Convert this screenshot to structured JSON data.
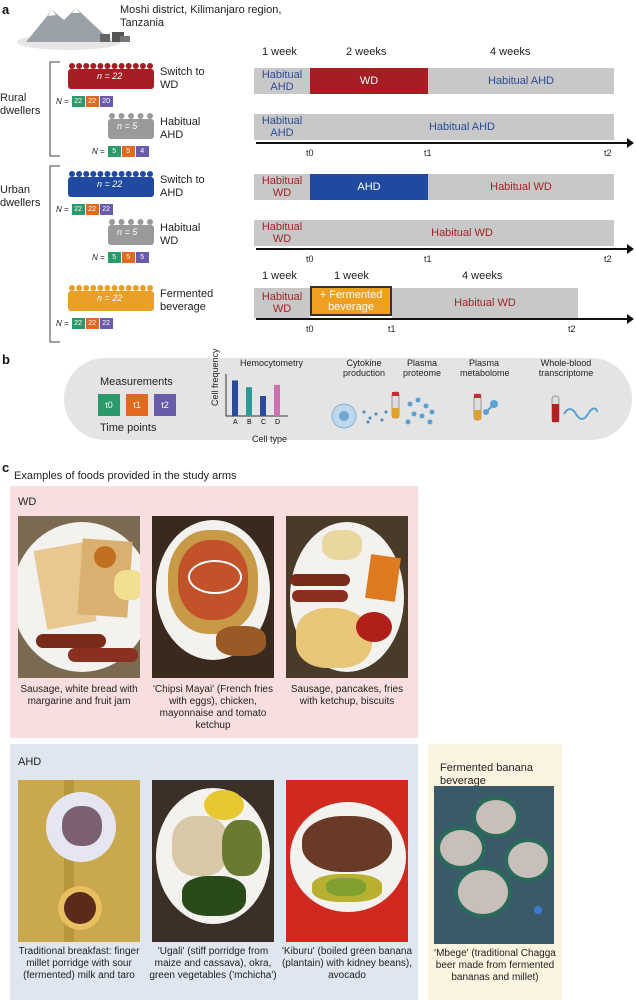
{
  "panel_a": {
    "label": "a",
    "location": "Moshi district, Kilimanjaro region, Tanzania",
    "group_rural": "Rural dwellers",
    "group_urban": "Urban dwellers",
    "arms": [
      {
        "title": "Switch to WD",
        "n": "n = 22",
        "N_prefix": "N =",
        "counts": [
          "22",
          "22",
          "20"
        ],
        "color": "#a51e24"
      },
      {
        "title": "Habitual AHD",
        "n": "n = 5",
        "N_prefix": "N =",
        "counts": [
          "5",
          "5",
          "4"
        ],
        "color": "#9a9a9a"
      },
      {
        "title": "Switch to AHD",
        "n": "n = 22",
        "N_prefix": "N =",
        "counts": [
          "22",
          "22",
          "22"
        ],
        "color": "#1f4aa0"
      },
      {
        "title": "Habitual WD",
        "n": "n = 5",
        "N_prefix": "N =",
        "counts": [
          "5",
          "5",
          "5"
        ],
        "color": "#9a9a9a"
      },
      {
        "title": "Fermented beverage",
        "n": "n = 22",
        "N_prefix": "N =",
        "counts": [
          "22",
          "22",
          "22"
        ],
        "color": "#e8a028"
      }
    ],
    "durations_top": [
      "1 week",
      "2 weeks",
      "4 weeks"
    ],
    "durations_bottom": [
      "1 week",
      "1 week",
      "4 weeks"
    ],
    "timelines": [
      {
        "seg1": "Habitual AHD",
        "seg2": "WD",
        "seg3": "Habitual AHD"
      },
      {
        "seg1": "Habitual AHD",
        "seg2": "Habitual AHD"
      },
      {
        "seg1": "Habitual WD",
        "seg2": "AHD",
        "seg3": "Habitual WD"
      },
      {
        "seg1": "Habitual WD",
        "seg2": "Habitual WD"
      },
      {
        "seg1": "Habitual WD",
        "seg2": "+ Fermented beverage",
        "seg3": "Habitual WD"
      }
    ],
    "ticks": [
      "t0",
      "t1",
      "t2"
    ],
    "badge_colors": [
      "#2a9a6a",
      "#e06a1e",
      "#6a5aaa"
    ]
  },
  "panel_b": {
    "label": "b",
    "measurements": "Measurements",
    "time_points": "Time points",
    "tp": [
      "t0",
      "t1",
      "t2"
    ],
    "hemo_title": "Hemocytometry",
    "hemo_ylabel": "Cell frequency",
    "hemo_xlabel": "Cell type",
    "hemo_categories": [
      "A",
      "B",
      "C",
      "D"
    ],
    "assays": [
      "Cytokine production",
      "Plasma proteome",
      "Plasma metabolome",
      "Whole-blood transcriptome"
    ]
  },
  "chart_data": {
    "type": "bar",
    "title": "Hemocytometry",
    "xlabel": "Cell type",
    "ylabel": "Cell frequency",
    "categories": [
      "A",
      "B",
      "C",
      "D"
    ],
    "values": [
      16,
      13,
      9,
      14
    ],
    "colors": [
      "#2a4a9a",
      "#2a9a9a",
      "#2a4a9a",
      "#d070b0"
    ],
    "ylim": [
      0,
      18
    ]
  },
  "panel_c": {
    "label": "c",
    "subtitle": "Examples of foods provided in the study arms",
    "wd_title": "WD",
    "ahd_title": "AHD",
    "ferm_title": "Fermented banana beverage",
    "wd_captions": [
      "Sausage, white bread with margarine and fruit jam",
      "'Chipsi Mayai' (French fries with eggs), chicken, mayonnaise and tomato ketchup",
      "Sausage, pancakes, fries with ketchup, biscuits"
    ],
    "ahd_captions": [
      "Traditional breakfast: finger millet porridge with sour (fermented) milk and taro",
      "'Ugali' (stiff porridge from maize and cassava), okra, green vegetables ('mchicha')",
      "'Kiburu' (boiled green banana (plantain) with kidney beans), avocado"
    ],
    "ferm_caption": "'Mbege' (traditional Chagga beer made from fermented bananas and millet)"
  }
}
